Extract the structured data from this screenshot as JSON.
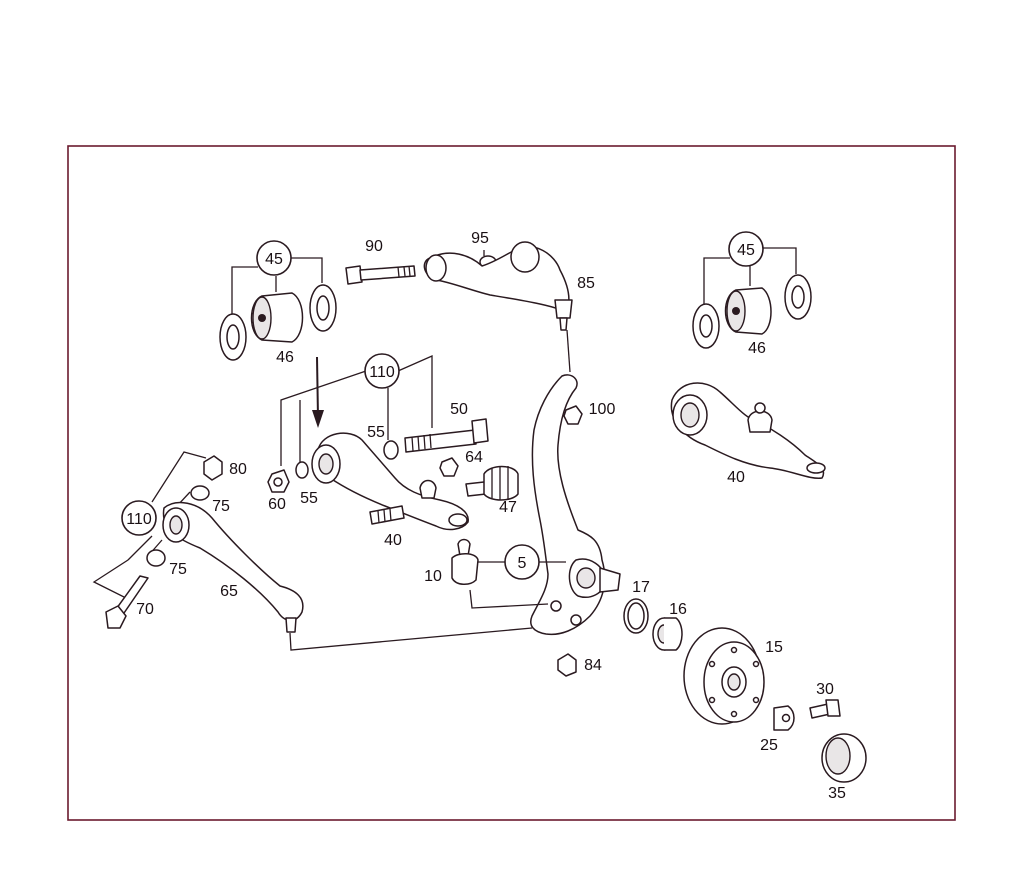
{
  "diagram": {
    "labels": {
      "l45a": "45",
      "l46a": "46",
      "l90": "90",
      "l95": "95",
      "l85": "85",
      "l45b": "45",
      "l46b": "46",
      "l110a": "110",
      "l55a": "55",
      "l50": "50",
      "l100": "100",
      "l64": "64",
      "l47": "47",
      "l80": "80",
      "l75a": "75",
      "l60": "60",
      "l55b": "55",
      "l40a": "40",
      "l40b": "40",
      "l110b": "110",
      "l75b": "75",
      "l65": "65",
      "l70": "70",
      "l5": "5",
      "l10": "10",
      "l17": "17",
      "l16": "16",
      "l15": "15",
      "l84": "84",
      "l30": "30",
      "l25": "25",
      "l35": "35"
    },
    "colors": {
      "frame": "#6b1a2e",
      "ink": "#2a1a20"
    }
  }
}
